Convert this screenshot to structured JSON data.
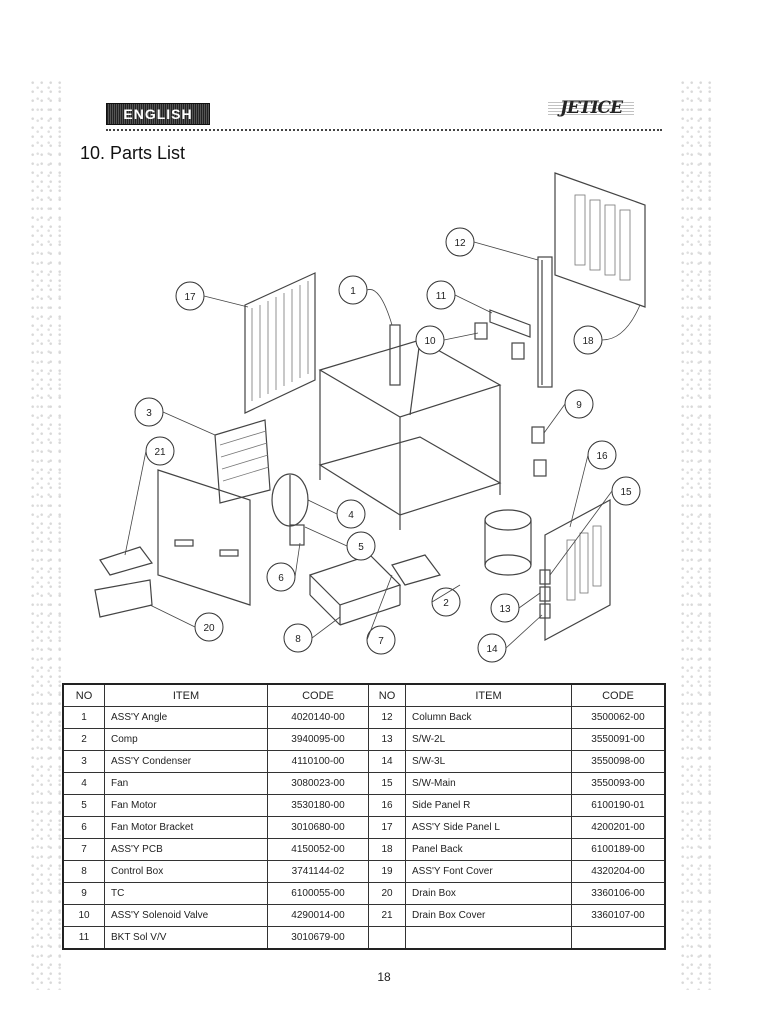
{
  "header": {
    "language_label": "ENGLISH",
    "brand_logo": "JETICE"
  },
  "section_title": "10. Parts List",
  "diagram": {
    "callouts": [
      "1",
      "2",
      "3",
      "4",
      "5",
      "6",
      "7",
      "8",
      "9",
      "10",
      "11",
      "12",
      "13",
      "14",
      "15",
      "16",
      "17",
      "18",
      "20",
      "21"
    ]
  },
  "table": {
    "headers": [
      "NO",
      "ITEM",
      "CODE",
      "NO",
      "ITEM",
      "CODE"
    ],
    "rows": [
      {
        "no": "1",
        "item": "ASS'Y Angle",
        "code": "4020140-00",
        "no2": "12",
        "item2": "Column Back",
        "code2": "3500062-00"
      },
      {
        "no": "2",
        "item": "Comp",
        "code": "3940095-00",
        "no2": "13",
        "item2": "S/W-2L",
        "code2": "3550091-00"
      },
      {
        "no": "3",
        "item": "ASS'Y Condenser",
        "code": "4110100-00",
        "no2": "14",
        "item2": "S/W-3L",
        "code2": "3550098-00"
      },
      {
        "no": "4",
        "item": "Fan",
        "code": "3080023-00",
        "no2": "15",
        "item2": "S/W-Main",
        "code2": "3550093-00"
      },
      {
        "no": "5",
        "item": "Fan Motor",
        "code": "3530180-00",
        "no2": "16",
        "item2": "Side Panel R",
        "code2": "6100190-01"
      },
      {
        "no": "6",
        "item": "Fan Motor Bracket",
        "code": "3010680-00",
        "no2": "17",
        "item2": "ASS'Y Side Panel L",
        "code2": "4200201-00"
      },
      {
        "no": "7",
        "item": "ASS'Y PCB",
        "code": "4150052-00",
        "no2": "18",
        "item2": "Panel Back",
        "code2": "6100189-00"
      },
      {
        "no": "8",
        "item": "Control Box",
        "code": "3741144-02",
        "no2": "19",
        "item2": "ASS'Y Font Cover",
        "code2": "4320204-00"
      },
      {
        "no": "9",
        "item": "TC",
        "code": "6100055-00",
        "no2": "20",
        "item2": "Drain Box",
        "code2": "3360106-00"
      },
      {
        "no": "10",
        "item": "ASS'Y Solenoid Valve",
        "code": "4290014-00",
        "no2": "21",
        "item2": "Drain Box Cover",
        "code2": "3360107-00"
      },
      {
        "no": "11",
        "item": "BKT Sol V/V",
        "code": "3010679-00",
        "no2": "",
        "item2": "",
        "code2": ""
      }
    ]
  },
  "page_number": "18"
}
